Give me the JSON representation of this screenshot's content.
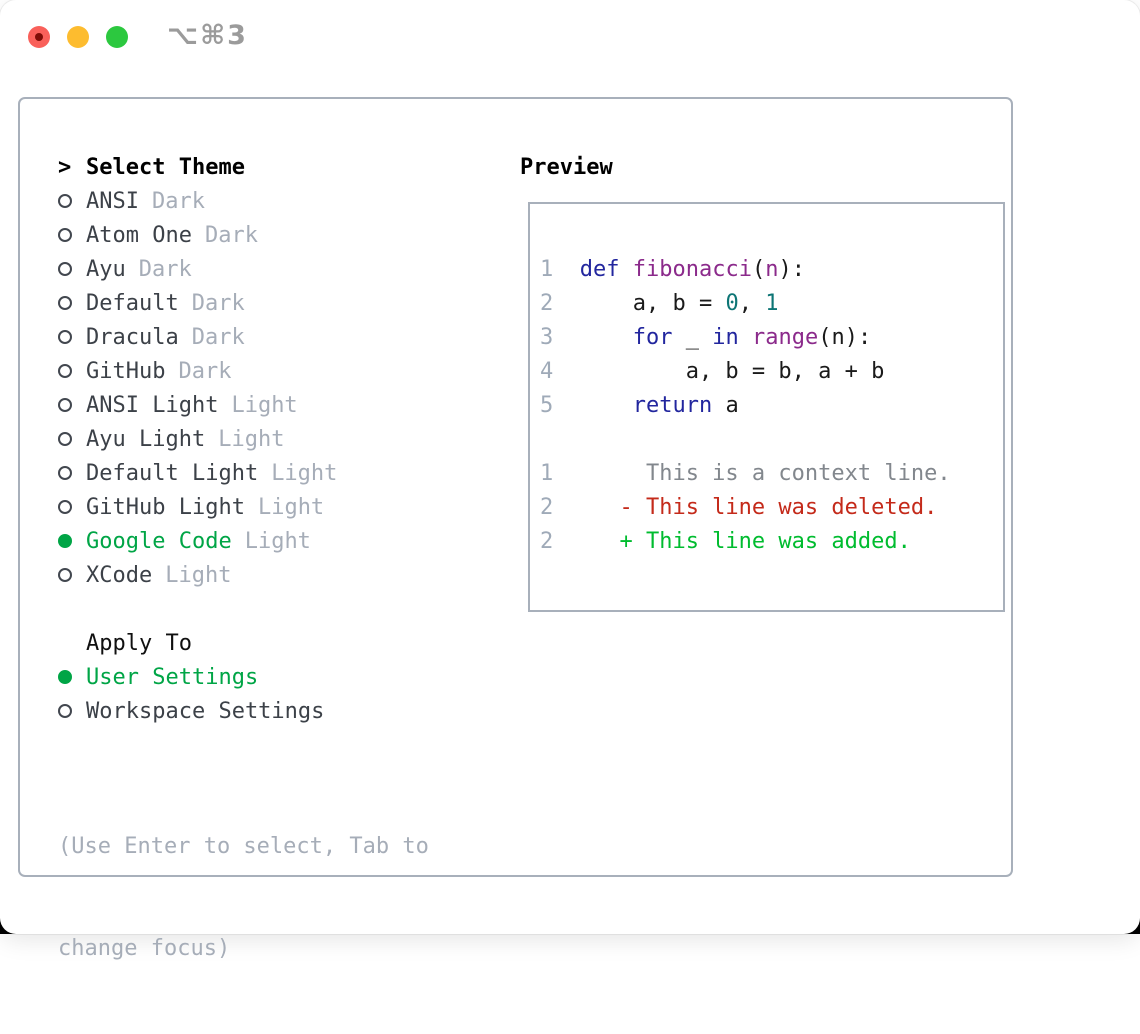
{
  "window": {
    "title": "⌥⌘3",
    "traffic_lights": [
      {
        "name": "close",
        "color": "#f9605a",
        "has_unsaved_dot": true
      },
      {
        "name": "minimize",
        "color": "#fdbc2f",
        "has_unsaved_dot": false
      },
      {
        "name": "zoom",
        "color": "#2cc83f",
        "has_unsaved_dot": false
      }
    ]
  },
  "theme_picker": {
    "prompt": ">",
    "title": "Select Theme",
    "items": [
      {
        "name": "ANSI",
        "badge": "Dark",
        "selected": false
      },
      {
        "name": "Atom One",
        "badge": "Dark",
        "selected": false
      },
      {
        "name": "Ayu",
        "badge": "Dark",
        "selected": false
      },
      {
        "name": "Default",
        "badge": "Dark",
        "selected": false
      },
      {
        "name": "Dracula",
        "badge": "Dark",
        "selected": false
      },
      {
        "name": "GitHub",
        "badge": "Dark",
        "selected": false
      },
      {
        "name": "ANSI Light",
        "badge": "Light",
        "selected": false
      },
      {
        "name": "Ayu Light",
        "badge": "Light",
        "selected": false
      },
      {
        "name": "Default Light",
        "badge": "Light",
        "selected": false
      },
      {
        "name": "GitHub Light",
        "badge": "Light",
        "selected": false
      },
      {
        "name": "Google Code",
        "badge": "Light",
        "selected": true
      },
      {
        "name": "XCode",
        "badge": "Light",
        "selected": false
      }
    ]
  },
  "apply_to": {
    "title": "Apply To",
    "options": [
      {
        "label": "User Settings",
        "selected": true
      },
      {
        "label": "Workspace Settings",
        "selected": false
      }
    ]
  },
  "help": {
    "line1": "(Use Enter to select, Tab to",
    "line2": "change focus)"
  },
  "preview": {
    "title": "Preview",
    "lines": [
      {
        "num": "1",
        "tokens": [
          [
            "kw",
            "def"
          ],
          [
            "pl",
            " "
          ],
          [
            "fn",
            "fibonacci"
          ],
          [
            "pl",
            "("
          ],
          [
            "fn",
            "n"
          ],
          [
            "pl",
            "):"
          ]
        ]
      },
      {
        "num": "2",
        "tokens": [
          [
            "pl",
            "    a, b = "
          ],
          [
            "num",
            "0"
          ],
          [
            "pl",
            ", "
          ],
          [
            "num",
            "1"
          ]
        ]
      },
      {
        "num": "3",
        "tokens": [
          [
            "pl",
            "    "
          ],
          [
            "kw",
            "for"
          ],
          [
            "pl",
            " _ "
          ],
          [
            "kw",
            "in"
          ],
          [
            "pl",
            " "
          ],
          [
            "fn",
            "range"
          ],
          [
            "pl",
            "(n):"
          ]
        ]
      },
      {
        "num": "4",
        "tokens": [
          [
            "pl",
            "        a, b = b, a + b"
          ]
        ]
      },
      {
        "num": "5",
        "tokens": [
          [
            "pl",
            "    "
          ],
          [
            "kw",
            "return"
          ],
          [
            "pl",
            " a"
          ]
        ]
      },
      {
        "num": "",
        "tokens": []
      },
      {
        "num": "1",
        "tokens": [
          [
            "ctx",
            "     This is a context line."
          ]
        ]
      },
      {
        "num": "2",
        "tokens": [
          [
            "del",
            "   - This line was deleted."
          ]
        ]
      },
      {
        "num": "2",
        "tokens": [
          [
            "add",
            "   + This line was added."
          ]
        ]
      }
    ]
  },
  "icons": {
    "radio_unselected": "ring-circle",
    "radio_selected": "filled-circle",
    "selection_cursor": ">"
  },
  "colors": {
    "selection_green": "#00a546",
    "diff_added_green": "#00bc2f",
    "diff_deleted_red": "#c42a1a",
    "context_gray": "#82878d",
    "keyword_blue": "#22269e",
    "title_purple": "#8b2a8b",
    "number_teal": "#0d7575",
    "line_number_gray": "#9faab8",
    "panel_border": "#a8b0bb",
    "badge_gray": "#a6adb8",
    "traffic_red": "#f9605a",
    "traffic_yellow": "#fdbc2f",
    "traffic_green": "#2cc83f"
  }
}
